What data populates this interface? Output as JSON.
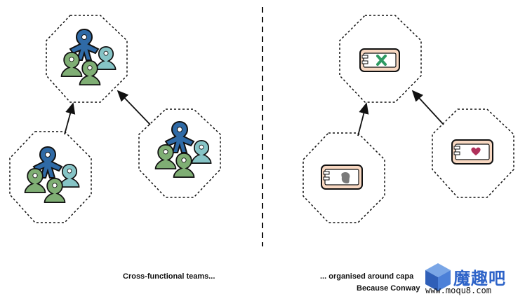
{
  "captions": {
    "left": "Cross-functional teams...",
    "right_line1": "... organised around capa",
    "right_line2": "Because Conway"
  },
  "watermark": {
    "text": "魔趣吧",
    "url": "www.moqu8.com"
  },
  "colors": {
    "blue_person": "#2f6aa6",
    "green_person": "#7fae74",
    "teal_person": "#86c4c6",
    "component_fill": "#f8d8c2",
    "green_mark": "#2e9a62",
    "red_heart": "#b0305a",
    "grey_blob": "#7a7a7a"
  },
  "icons": [
    "person-icon",
    "component-icon",
    "x-mark-icon",
    "heart-icon",
    "blob-icon"
  ]
}
